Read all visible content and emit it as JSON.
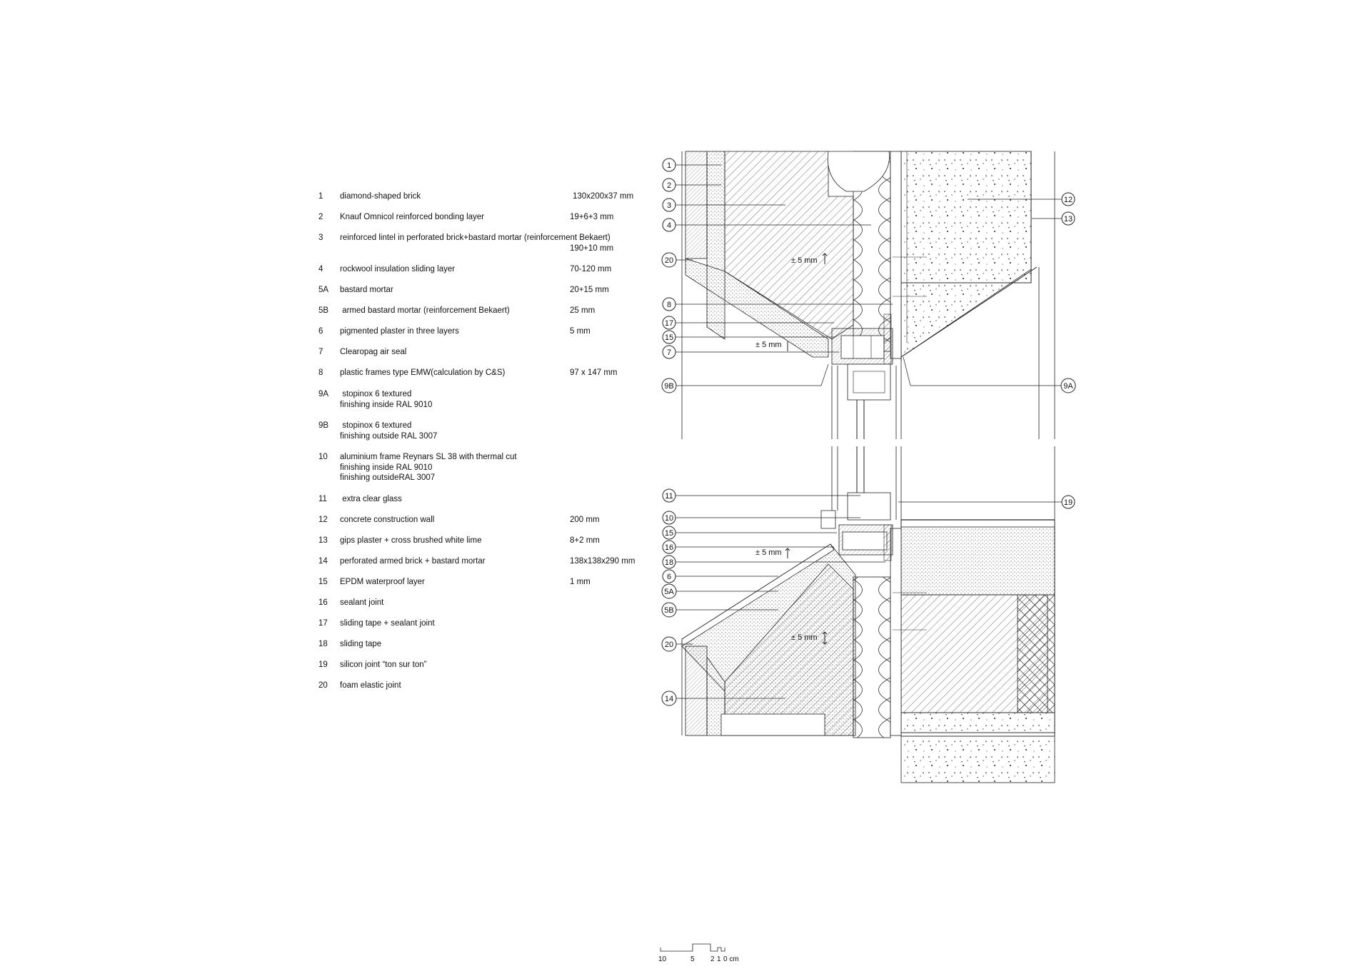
{
  "legend": [
    {
      "num": "1",
      "desc": "diamond-shaped brick",
      "dim": "130x200x37 mm"
    },
    {
      "num": "2",
      "desc": "Knauf Omnicol reinforced bonding layer",
      "dim": "19+6+3 mm"
    },
    {
      "num": "3",
      "desc": "reinforced lintel in perforated brick+bastard mortar (reinforcement Bekaert)",
      "dim": "190+10 mm"
    },
    {
      "num": "4",
      "desc": "rockwool insulation sliding layer",
      "dim": "70-120 mm"
    },
    {
      "num": "5A",
      "desc": "bastard mortar",
      "dim": "20+15 mm"
    },
    {
      "num": "5B",
      "desc": " armed bastard mortar (reinforcement Bekaert)",
      "dim": "25 mm"
    },
    {
      "num": "6",
      "desc": "pigmented plaster in three layers",
      "dim": "5 mm"
    },
    {
      "num": "7",
      "desc": "Clearopag air seal",
      "dim": ""
    },
    {
      "num": "8",
      "desc": "plastic frames type EMW(calculation by C&S)",
      "dim": "97 x 147 mm"
    },
    {
      "num": "9A",
      "desc": " stopinox 6 textured\nfinishing inside RAL 9010",
      "dim": ""
    },
    {
      "num": "9B",
      "desc": " stopinox 6 textured\nfinishing outside RAL 3007",
      "dim": ""
    },
    {
      "num": "10",
      "desc": "aluminium frame Reynars SL 38 with thermal cut\nfinishing inside RAL 9010\nfinishing outsideRAL 3007",
      "dim": ""
    },
    {
      "num": "11",
      "desc": " extra clear glass",
      "dim": ""
    },
    {
      "num": "12",
      "desc": "concrete construction wall",
      "dim": "200 mm"
    },
    {
      "num": "13",
      "desc": "gips plaster + cross brushed white lime",
      "dim": "8+2 mm"
    },
    {
      "num": "14",
      "desc": "perforated armed brick + bastard mortar",
      "dim": "138x138x290 mm"
    },
    {
      "num": "15",
      "desc": "EPDM waterproof layer",
      "dim": "1 mm"
    },
    {
      "num": "16",
      "desc": "sealant joint",
      "dim": ""
    },
    {
      "num": "17",
      "desc": "sliding tape + sealant joint",
      "dim": ""
    },
    {
      "num": "18",
      "desc": "sliding tape",
      "dim": ""
    },
    {
      "num": "19",
      "desc": "silicon joint “ton sur ton”",
      "dim": ""
    },
    {
      "num": "20",
      "desc": "foam elastic joint",
      "dim": ""
    }
  ],
  "drawing": {
    "tolerance_label": "± 5 mm",
    "callouts_left": [
      "1",
      "2",
      "3",
      "4",
      "20",
      "8",
      "17",
      "15",
      "7",
      "9B",
      "11",
      "10",
      "15",
      "16",
      "18",
      "6",
      "5A",
      "5B",
      "20",
      "14"
    ],
    "callouts_right": [
      "12",
      "13",
      "9A",
      "19"
    ]
  },
  "scale": {
    "labels": [
      "10",
      "5",
      "2",
      "1",
      "0 cm"
    ]
  },
  "colors": {
    "line": "#222222",
    "paper": "#ffffff"
  }
}
